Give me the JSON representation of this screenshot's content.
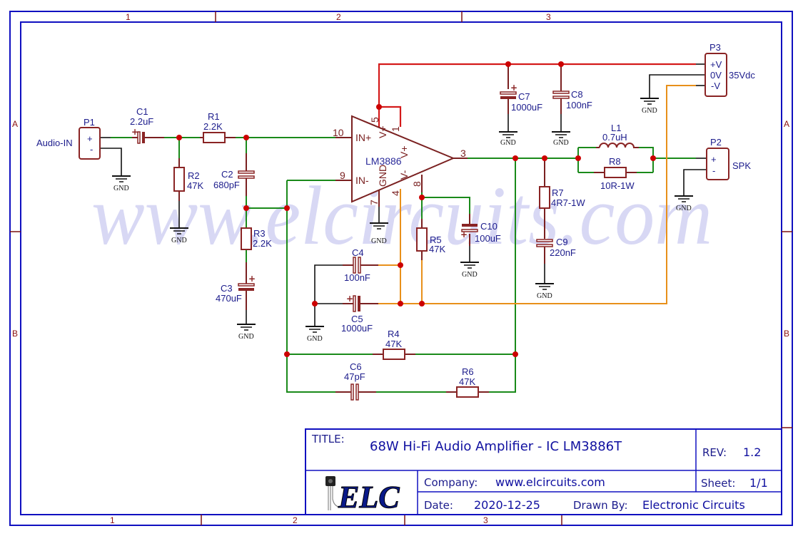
{
  "sheet": {
    "column_labels": [
      "1",
      "2",
      "3"
    ],
    "row_labels": [
      "A",
      "B"
    ],
    "watermark": "www.elcircuits.com"
  },
  "ic": {
    "ref": "LM3886",
    "pins": {
      "in_plus": {
        "num": "10",
        "name": "IN+"
      },
      "in_minus": {
        "num": "9",
        "name": "IN-"
      },
      "out": {
        "num": "3"
      },
      "vplus_5": {
        "num": "5",
        "name": "V+"
      },
      "vplus_1": {
        "num": "1",
        "name": "V+"
      },
      "gnd_7": {
        "num": "7",
        "name": "GND"
      },
      "vminus_4": {
        "num": "4",
        "name": "V-"
      },
      "mute_8": {
        "num": "8"
      }
    }
  },
  "connectors": {
    "p1": {
      "ref": "P1",
      "label": "Audio-IN",
      "pins": [
        "+",
        "-"
      ]
    },
    "p2": {
      "ref": "P2",
      "label": "SPK",
      "pins": [
        "+",
        "-"
      ]
    },
    "p3": {
      "ref": "P3",
      "label": "35Vdc",
      "pins": [
        "+V",
        "0V",
        "-V"
      ]
    }
  },
  "components": {
    "c1": {
      "ref": "C1",
      "value": "2.2uF"
    },
    "r1": {
      "ref": "R1",
      "value": "2.2K"
    },
    "r2": {
      "ref": "R2",
      "value": "47K"
    },
    "c2": {
      "ref": "C2",
      "value": "680pF"
    },
    "r3": {
      "ref": "R3",
      "value": "2.2K"
    },
    "c3": {
      "ref": "C3",
      "value": "470uF"
    },
    "c4": {
      "ref": "C4",
      "value": "100nF"
    },
    "c5": {
      "ref": "C5",
      "value": "1000uF"
    },
    "r5": {
      "ref": "R5",
      "value": "47K"
    },
    "c10": {
      "ref": "C10",
      "value": "100uF"
    },
    "c7": {
      "ref": "C7",
      "value": "1000uF"
    },
    "c8": {
      "ref": "C8",
      "value": "100nF"
    },
    "l1": {
      "ref": "L1",
      "value": "0.7uH"
    },
    "r8": {
      "ref": "R8",
      "value": "10R-1W"
    },
    "r7": {
      "ref": "R7",
      "value": "4R7-1W"
    },
    "c9": {
      "ref": "C9",
      "value": "220nF"
    },
    "r4": {
      "ref": "R4",
      "value": "47K"
    },
    "c6": {
      "ref": "C6",
      "value": "47pF"
    },
    "r6": {
      "ref": "R6",
      "value": "47K"
    }
  },
  "ground_label": "GND",
  "title_block": {
    "title_label": "TITLE:",
    "title": "68W Hi-Fi Audio Amplifier - IC LM3886T",
    "rev_label": "REV:",
    "rev": "1.2",
    "logo_text": "ELC",
    "company_label": "Company:",
    "company": "www.elcircuits.com",
    "sheet_label": "Sheet:",
    "sheet": "1/1",
    "date_label": "Date:",
    "date": "2020-12-25",
    "drawn_by_label": "Drawn By:",
    "drawn_by": "Electronic Circuits"
  },
  "colors": {
    "border": "#1010c0",
    "signal_wire": "#1a8a1a",
    "positive_rail": "#d41a1a",
    "negative_rail": "#e8901a",
    "component": "#8a2424",
    "label": "#1c1c8c",
    "junction": "#cc0000"
  }
}
